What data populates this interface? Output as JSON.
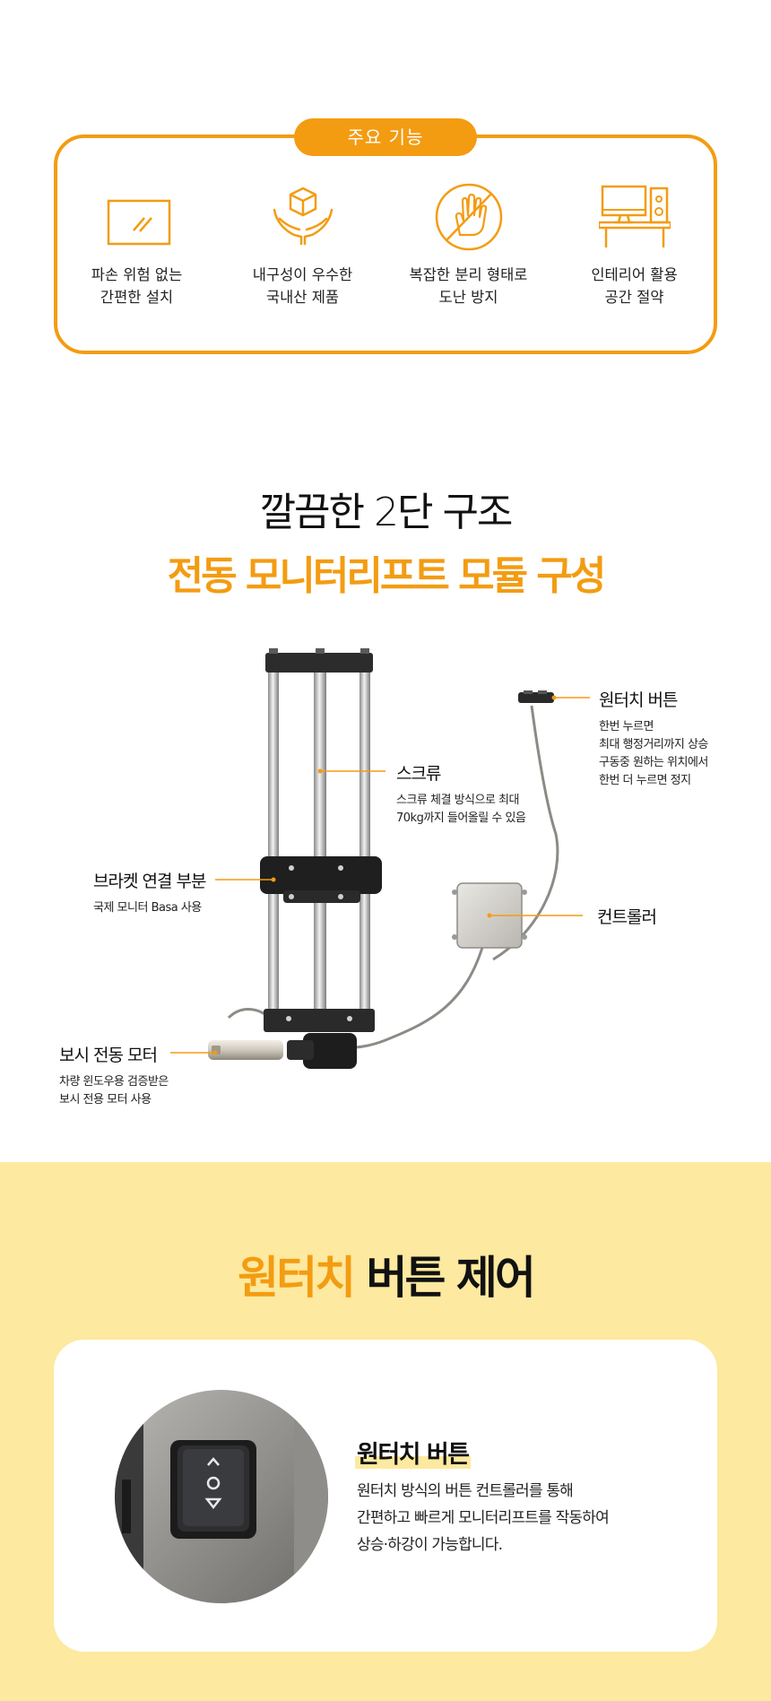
{
  "features": {
    "tag": "주요 기능",
    "items": [
      {
        "icon": "glass-panel-icon",
        "label": "파손 위험 없는\n간편한 설치"
      },
      {
        "icon": "hands-box-icon",
        "label": "내구성이 우수한\n국내산 제품"
      },
      {
        "icon": "no-hand-icon",
        "label": "복잡한 분리 형태로\n도난 방지"
      },
      {
        "icon": "desk-computer-icon",
        "label": "인테리어 활용\n공간 절약"
      }
    ]
  },
  "structure": {
    "subtitle": "깔끔한 2단 구조",
    "title": "전동 모니터리프트 모듈 구성",
    "callouts": {
      "onetouch": {
        "title": "원터치 버튼",
        "desc": "한번 누르면\n최대 행정거리까지 상승\n구동중 원하는 위치에서\n한번 더 누르면 정지"
      },
      "screw": {
        "title": "스크류",
        "desc": "스크류 체결 방식으로 최대\n70kg까지 들어올릴 수 있음"
      },
      "bracket": {
        "title": "브라켓 연결 부분",
        "desc": "국제 모니터 Basa 사용"
      },
      "controller": {
        "title": "컨트롤러"
      },
      "motor": {
        "title": "보시 전동 모터",
        "desc": "차량 윈도우용 검증받은\n보시 전용 모터 사용"
      }
    }
  },
  "control": {
    "title_highlight": "원터치",
    "title_rest": " 버튼 제어",
    "card_title": "원터치 버튼",
    "card_desc": "원터치 방식의 버튼 컨트롤러를 통해\n간편하고 빠르게 모니터리프트를 작동하여\n상승·하강이 가능합니다."
  },
  "colors": {
    "accent": "#f39c12",
    "yellow_bg": "#fde99f"
  }
}
